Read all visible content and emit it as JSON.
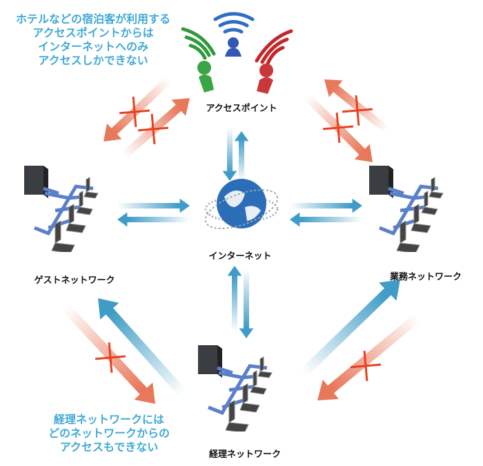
{
  "nodes": {
    "access_point": "アクセスポイント",
    "internet": "インターネット",
    "guest_network": "ゲストネットワーク",
    "business_network": "業務ネットワーク",
    "accounting_network": "経理ネットワーク"
  },
  "notes": {
    "guest_note": [
      "ホテルなどの宿泊客が利用する",
      "アクセスポイントからは",
      "インターネットへのみ",
      "アクセスしかできない"
    ],
    "accounting_note": [
      "経理ネットワークには",
      "どのネットワークからの",
      "アクセスもできない"
    ]
  },
  "colors": {
    "allowed": "#3f9cc6",
    "blocked": "#e8785a",
    "cross": "#e8401e",
    "note": "#3fa9d6"
  }
}
